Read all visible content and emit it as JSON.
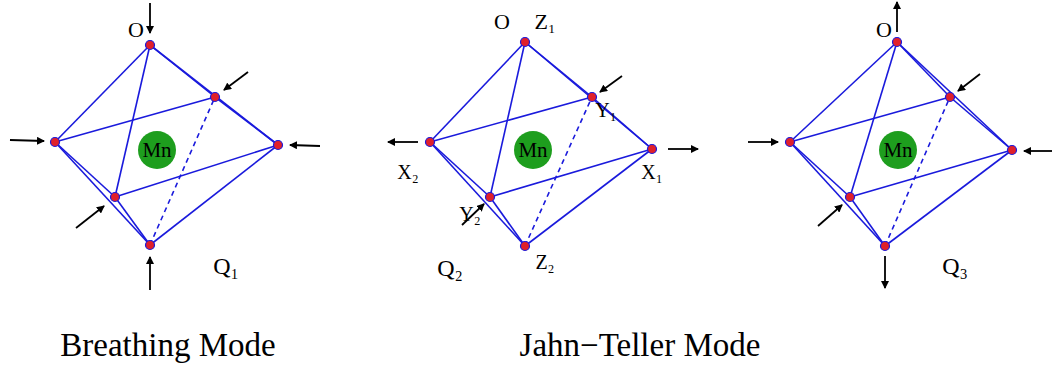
{
  "diagram": {
    "nodes": [
      {
        "text": [
          "Mn"
        ]
      },
      {
        "text": [
          "Mn"
        ]
      },
      {
        "text": [
          "Mn"
        ]
      }
    ],
    "labels": [
      "O",
      "Q₁",
      "O",
      "Z₁",
      "Y₁",
      "X₁",
      "X₂",
      "Y₂",
      "Z₂",
      "Q₂",
      "O",
      "Q₃",
      "Breathing Mode",
      "Jahn−Teller Mode"
    ]
  }
}
